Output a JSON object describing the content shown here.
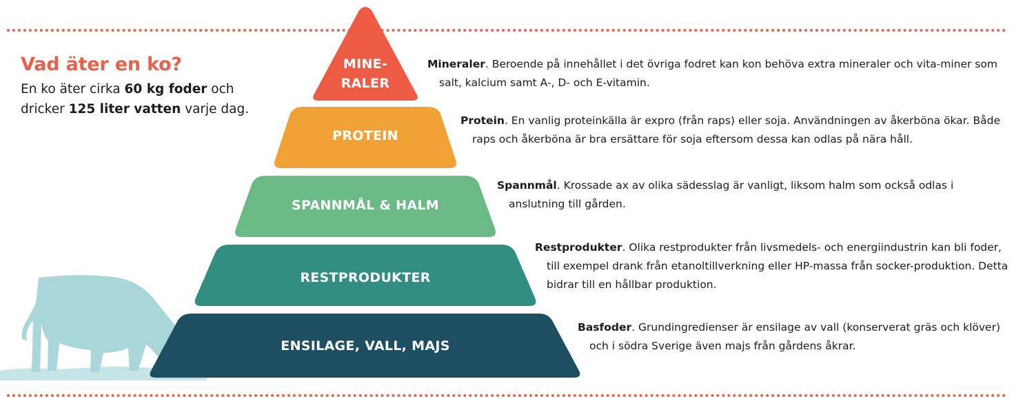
{
  "intro": {
    "title": "Vad äter en ko?",
    "text_1": "En ko äter cirka ",
    "bold_1": "60 kg foder",
    "text_2": " och dricker ",
    "bold_2": "125 liter vatten",
    "text_3": " varje dag."
  },
  "pyramid": {
    "tiers": [
      {
        "label_line1": "MINE-",
        "label_line2": "RALER",
        "color": "#ed5b45"
      },
      {
        "label": "PROTEIN",
        "color": "#f0a236"
      },
      {
        "label": "SPANNMÅL & HALM",
        "color": "#6bba86"
      },
      {
        "label": "RESTPRODUKTER",
        "color": "#318e80"
      },
      {
        "label": "ENSILAGE,  VALL, MAJS",
        "color": "#1e4e61"
      }
    ]
  },
  "descriptions": [
    {
      "term": "Mineraler",
      "text": ". Beroende på innehållet i det övriga fodret kan kon behöva extra mineraler och vita-miner som salt, kalcium samt A-, D- och E-vitamin."
    },
    {
      "term": "Protein",
      "text": ". En vanlig proteinkälla är expro (från raps) eller soja. Användningen av åkerböna ökar. Både raps och åkerböna är bra ersättare för soja eftersom dessa kan odlas på nära håll."
    },
    {
      "term": "Spannmål",
      "text": ". Krossade ax av olika sädesslag är vanligt, liksom halm som också odlas i anslutning till gården."
    },
    {
      "term": "Restprodukter",
      "text": ". Olika restprodukter från livsmedels- och energiindustrin kan bli foder, till exempel drank från etanoltillverkning eller HP-massa från socker-produktion. Detta bidrar till en hållbar produktion."
    },
    {
      "term": "Basfoder",
      "text": ". Grundingredienser är ensilage av vall (konserverat gräs och klöver) och i södra Sverige även majs från gårdens åkrar."
    }
  ],
  "colors": {
    "accent": "#e8614b",
    "cow": "#a9d6d8",
    "grass": "#c5e4e5"
  },
  "icons": {
    "cow": "cow-silhouette-icon"
  }
}
